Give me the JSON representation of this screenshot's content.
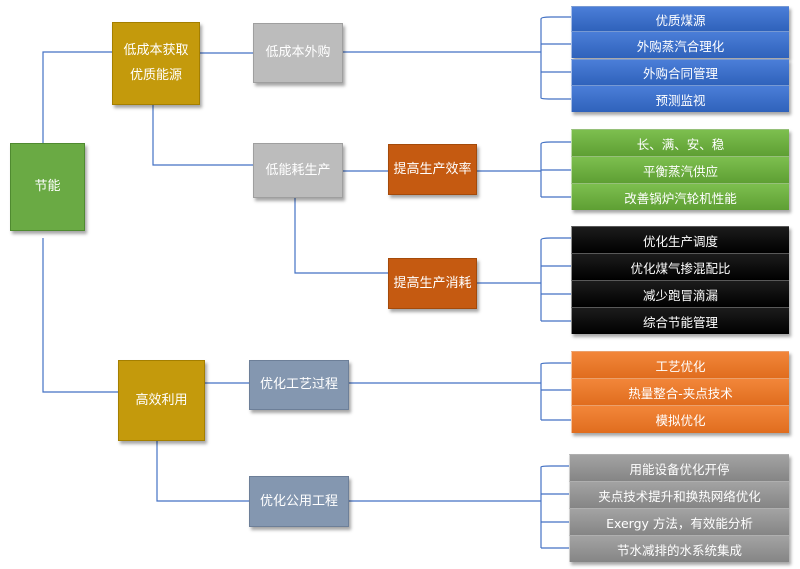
{
  "root": {
    "label": "节能"
  },
  "level1": {
    "low_cost_line1": "低成本获取",
    "low_cost_line2": "优质能源",
    "efficient_use": "高效利用"
  },
  "level2": {
    "low_cost_purchase": "低成本外购",
    "low_energy_production": "低能耗生产",
    "optimize_process": "优化工艺过程",
    "optimize_utility": "优化公用工程"
  },
  "level3": {
    "improve_efficiency": "提高生产效率",
    "improve_consumption": "提高生产消耗"
  },
  "leaves": {
    "purchase": [
      "优质煤源",
      "外购蒸汽合理化",
      "外购合同管理",
      "预测监视"
    ],
    "efficiency": [
      "长、满、安、稳",
      "平衡蒸汽供应",
      "改善锅炉汽轮机性能"
    ],
    "consumption": [
      "优化生产调度",
      "优化煤气掺混配比",
      "减少跑冒滴漏",
      "综合节能管理"
    ],
    "process": [
      "工艺优化",
      "热量整合-夹点技术",
      "模拟优化"
    ],
    "utility": [
      "用能设备优化开停",
      "夹点技术提升和换热网络优化",
      "Exergy 方法，有效能分析",
      "节水减排的水系统集成"
    ]
  },
  "colors": {
    "root": "#6aaa44",
    "level1": "#c49a0c",
    "level2_gray": "#bcbcbc",
    "level2_slate": "#8497b0",
    "level3": "#c55a11",
    "leaf_blue": "#2f62bb",
    "leaf_green": "#6aaa44",
    "leaf_black": "#000000",
    "leaf_orange": "#e06d1e",
    "leaf_gray": "#8f8f8f",
    "connector": "#4472c4"
  }
}
